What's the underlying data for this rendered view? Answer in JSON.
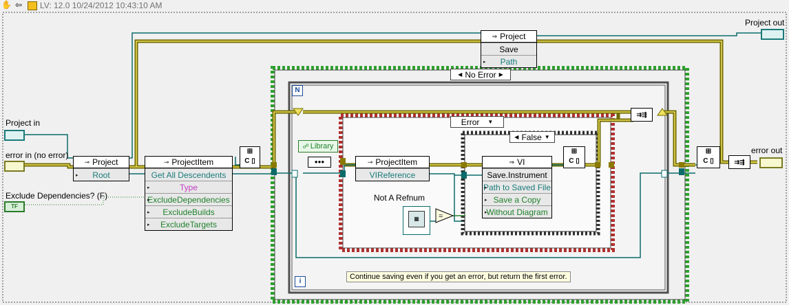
{
  "window": {
    "version_label": "LV: 12.0 10/24/2012 10:43:10 AM"
  },
  "terminals": {
    "project_in": "Project in",
    "error_in": "error in (no error)",
    "exclude_dependencies": "Exclude Dependencies? (F)",
    "project_out": "Project out",
    "error_out": "error out",
    "tf_label": "TF",
    "not_a_refnum": "Not A Refnum"
  },
  "nodes": {
    "project_root": {
      "title": "Project",
      "rows": [
        "Root"
      ]
    },
    "project_item": {
      "title": "ProjectItem",
      "rows": [
        "Get All Descendents",
        "Type",
        "ExcludeDependencies",
        "ExcludeBuilds",
        "ExcludeTargets"
      ]
    },
    "project_save": {
      "title": "Project",
      "rows": [
        "Save",
        "Path"
      ]
    },
    "project_item_vi": {
      "title": "ProjectItem",
      "rows": [
        "VIReference"
      ]
    },
    "vi_save": {
      "title": "VI",
      "rows": [
        "Save.Instrument",
        "Path to Saved File",
        "Save a Copy",
        "Without Diagram"
      ]
    },
    "library": {
      "title": "Library"
    }
  },
  "structures": {
    "outer_case": "No Error",
    "inner_case": "Error",
    "bool_case": "False",
    "loop_count": "N",
    "loop_iter": "i"
  },
  "comment": "Continue saving even if you get an error, but return the first error.",
  "colors": {
    "wire_ref": "#0a6a6a",
    "wire_error_outer": "#6e6a00",
    "wire_error_inner": "#f0e060",
    "case_green": "#2ea02e",
    "case_red": "#b03030",
    "loop_gray": "#606060"
  }
}
